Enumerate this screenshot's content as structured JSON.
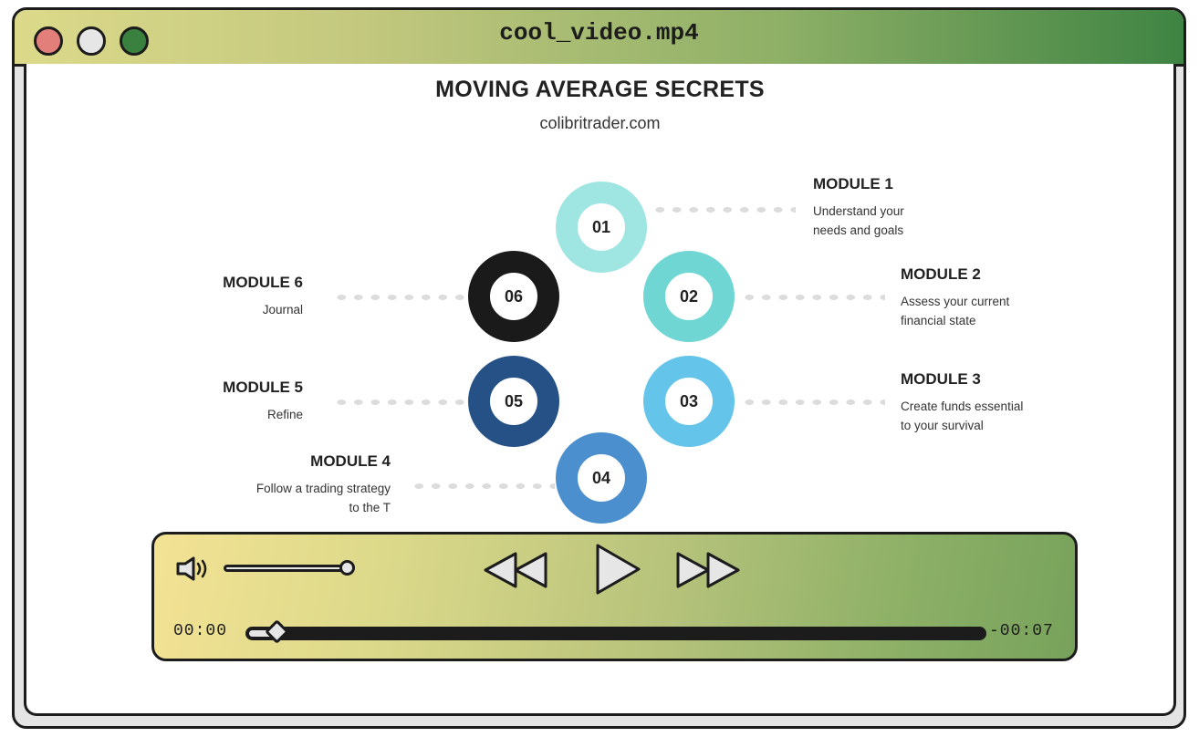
{
  "window": {
    "title": "cool_video.mp4",
    "buttons": [
      "close",
      "minimize",
      "maximize"
    ]
  },
  "slide": {
    "heading": "MOVING AVERAGE SECRETS",
    "subheading": "colibritrader.com",
    "modules": [
      {
        "number": "01",
        "title": "MODULE 1",
        "desc_line1": "Understand your",
        "desc_line2": "needs and goals",
        "color": "#9fe6e3"
      },
      {
        "number": "02",
        "title": "MODULE 2",
        "desc_line1": "Assess your current",
        "desc_line2": "financial state",
        "color": "#6fd6d3"
      },
      {
        "number": "03",
        "title": "MODULE 3",
        "desc_line1": "Create funds essential",
        "desc_line2": "to your survival",
        "color": "#65c4ea"
      },
      {
        "number": "04",
        "title": "MODULE 4",
        "desc_line1": "Follow a trading strategy",
        "desc_line2": "to the T",
        "color": "#4c8fce"
      },
      {
        "number": "05",
        "title": "MODULE 5",
        "desc_line1": "Refine",
        "desc_line2": "",
        "color": "#255186"
      },
      {
        "number": "06",
        "title": "MODULE 6",
        "desc_line1": "Journal",
        "desc_line2": "",
        "color": "#1a1a1a"
      }
    ]
  },
  "player": {
    "volume_icon": "speaker-icon",
    "volume_level": 1.0,
    "rewind_icon": "rewind-icon",
    "play_icon": "play-icon",
    "forward_icon": "fast-forward-icon",
    "elapsed": "00:00",
    "remaining": "-00:07",
    "progress": 0.04
  },
  "colors": {
    "titlebar_start": "#dcd98a",
    "titlebar_end": "#3f8443",
    "close": "#e27f7b",
    "minimize": "#e6e6e6",
    "maximize": "#3a8140"
  }
}
